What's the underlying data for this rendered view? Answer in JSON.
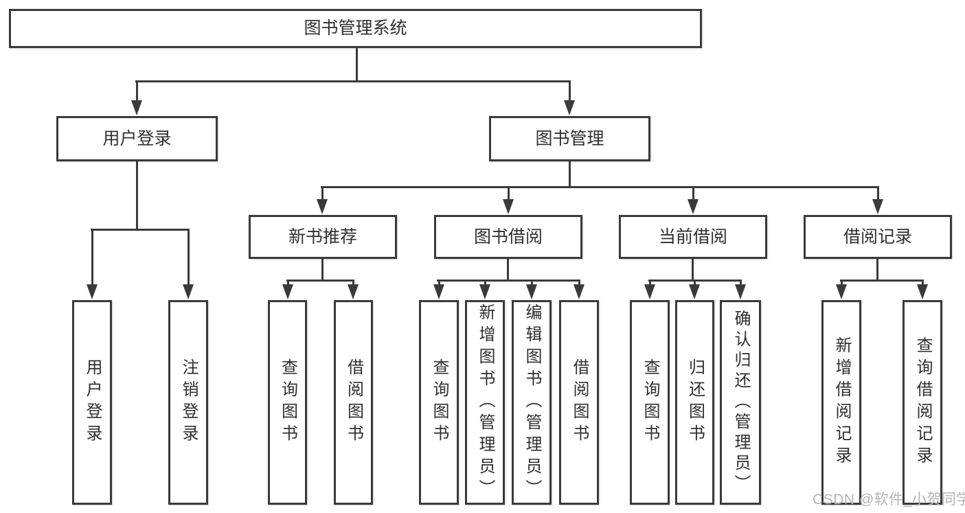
{
  "colors": {
    "line": "#3a3a3a",
    "text": "#2f2f2f",
    "background": "#ffffff",
    "watermark": "#b3b3b3"
  },
  "nodes": {
    "root": "图书管理系统",
    "user_login": "用户登录",
    "book_management": "图书管理",
    "login_leaf": "用户登录",
    "logout_leaf": "注销登录",
    "new_book_recommend": "新书推荐",
    "book_borrowing": "图书借阅",
    "current_borrowing": "当前借阅",
    "borrowing_records": "借阅记录",
    "nbr_query_books": "查询图书",
    "nbr_borrow_books": "借阅图书",
    "bb_query_books": "查询图书",
    "bb_add_books": "新增图书（管理员）",
    "bb_edit_books": "编辑图书（管理员）",
    "bb_borrow_books": "借阅图书",
    "cb_query_books": "查询图书",
    "cb_return_books": "归还图书",
    "cb_confirm_return": "确认归还（管理员）",
    "br_add_record": "新增借阅记录",
    "br_query_record": "查询借阅记录"
  },
  "watermark": "CSDN @软件_小贺同学"
}
